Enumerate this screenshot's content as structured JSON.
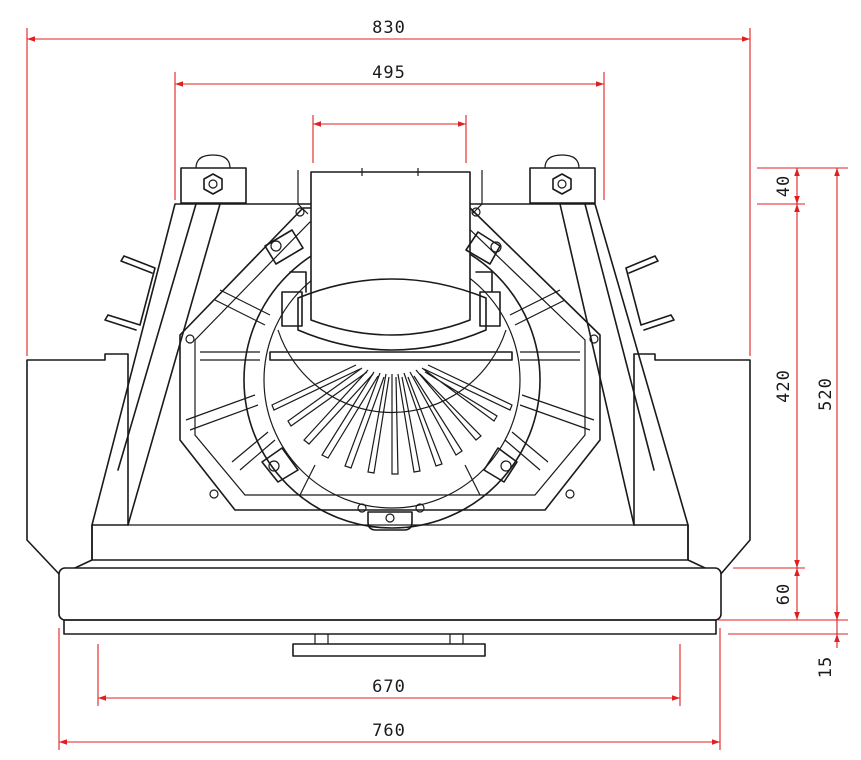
{
  "colors": {
    "dimension_lines": "#e02020",
    "object_lines": "#1a1a1a",
    "background": "#ffffff"
  },
  "dimensions": {
    "overall_width": "830",
    "top_bracket_span": "495",
    "overall_height": "520",
    "body_height": "420",
    "top_offset": "40",
    "base_height": "60",
    "plate_thickness": "15",
    "base_inner_width": "670",
    "base_width": "760"
  }
}
